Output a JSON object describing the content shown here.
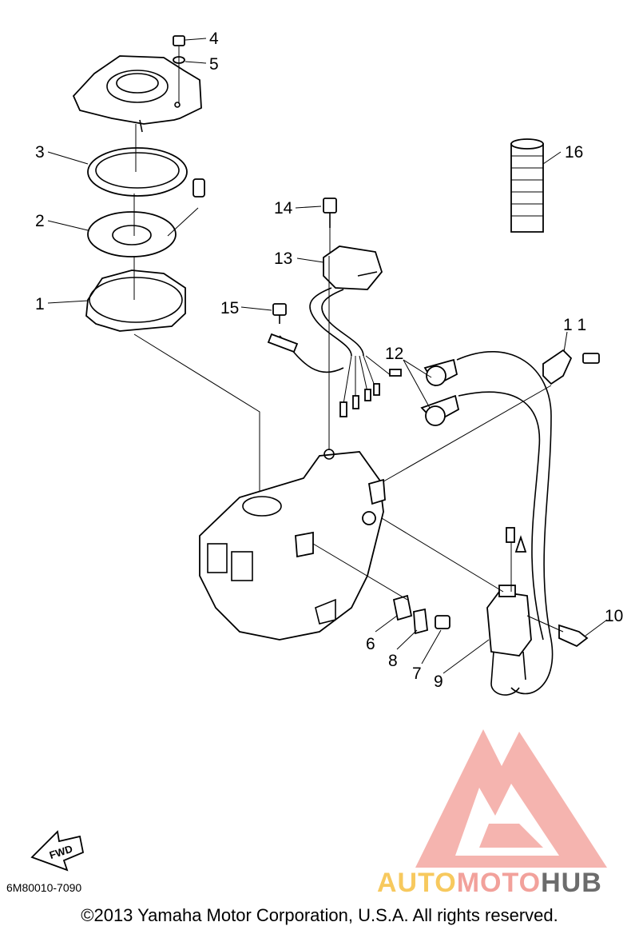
{
  "callouts": {
    "c1": "1",
    "c2": "2",
    "c3": "3",
    "c4": "4",
    "c5": "5",
    "c6": "6",
    "c7": "7",
    "c8": "8",
    "c9": "9",
    "c10": "10",
    "c11": "1 1",
    "c12": "12",
    "c13": "13",
    "c14": "14",
    "c15": "15",
    "c16": "16"
  },
  "fwd_label": "FWD",
  "diagram_code": "6M80010-7090",
  "copyright": "©2013 Yamaha Motor Corporation, U.S.A. All rights reserved.",
  "watermark": {
    "part1": "AUTO",
    "part2": "MOTO",
    "part3": "HUB",
    "colors": {
      "auto": "#f7c95e",
      "moto": "#f2a19b",
      "hub": "#6c6c6c",
      "logo": "#f2a19b"
    }
  }
}
